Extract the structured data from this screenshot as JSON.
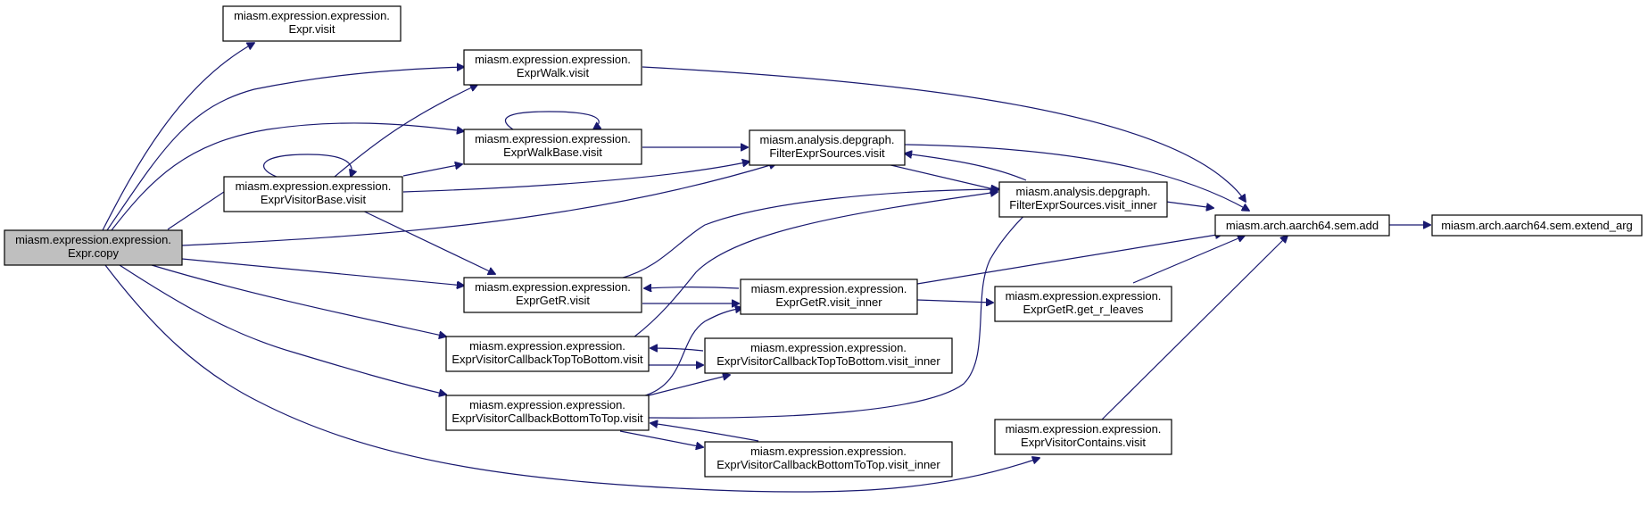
{
  "diagram": {
    "type": "call-graph",
    "colors": {
      "edge": "#191970",
      "root_fill": "#bfbfbf",
      "node_fill": "#ffffff",
      "node_border": "#000000"
    },
    "nodes": [
      {
        "id": "copy",
        "root": true,
        "lines": [
          "miasm.expression.expression.",
          "Expr.copy"
        ]
      },
      {
        "id": "expr_visit",
        "lines": [
          "miasm.expression.expression.",
          "Expr.visit"
        ]
      },
      {
        "id": "walk_visit",
        "lines": [
          "miasm.expression.expression.",
          "ExprWalk.visit"
        ]
      },
      {
        "id": "walkbase_visit",
        "lines": [
          "miasm.expression.expression.",
          "ExprWalkBase.visit"
        ]
      },
      {
        "id": "visitorbase_visit",
        "lines": [
          "miasm.expression.expression.",
          "ExprVisitorBase.visit"
        ]
      },
      {
        "id": "getr_visit",
        "lines": [
          "miasm.expression.expression.",
          "ExprGetR.visit"
        ]
      },
      {
        "id": "cb_ttb_visit",
        "lines": [
          "miasm.expression.expression.",
          "ExprVisitorCallbackTopToBottom.visit"
        ]
      },
      {
        "id": "cb_btt_visit",
        "lines": [
          "miasm.expression.expression.",
          "ExprVisitorCallbackBottomToTop.visit"
        ]
      },
      {
        "id": "filter_visit",
        "lines": [
          "miasm.analysis.depgraph.",
          "FilterExprSources.visit"
        ]
      },
      {
        "id": "getr_inner",
        "lines": [
          "miasm.expression.expression.",
          "ExprGetR.visit_inner"
        ]
      },
      {
        "id": "cb_ttb_inner",
        "lines": [
          "miasm.expression.expression.",
          "ExprVisitorCallbackTopToBottom.visit_inner"
        ]
      },
      {
        "id": "cb_btt_inner",
        "lines": [
          "miasm.expression.expression.",
          "ExprVisitorCallbackBottomToTop.visit_inner"
        ]
      },
      {
        "id": "filter_inner",
        "lines": [
          "miasm.analysis.depgraph.",
          "FilterExprSources.visit_inner"
        ]
      },
      {
        "id": "get_r_leaves",
        "lines": [
          "miasm.expression.expression.",
          "ExprGetR.get_r_leaves"
        ]
      },
      {
        "id": "contains_visit",
        "lines": [
          "miasm.expression.expression.",
          "ExprVisitorContains.visit"
        ]
      },
      {
        "id": "sem_add",
        "lines": [
          "miasm.arch.aarch64.sem.add"
        ]
      },
      {
        "id": "extend_arg",
        "lines": [
          "miasm.arch.aarch64.sem.extend_arg"
        ]
      }
    ],
    "edges": [
      [
        "copy",
        "expr_visit"
      ],
      [
        "copy",
        "walk_visit"
      ],
      [
        "copy",
        "walkbase_visit"
      ],
      [
        "copy",
        "visitorbase_visit"
      ],
      [
        "copy",
        "getr_visit"
      ],
      [
        "copy",
        "cb_ttb_visit"
      ],
      [
        "copy",
        "cb_btt_visit"
      ],
      [
        "copy",
        "filter_visit"
      ],
      [
        "copy",
        "contains_visit"
      ],
      [
        "visitorbase_visit",
        "visitorbase_visit"
      ],
      [
        "visitorbase_visit",
        "walk_visit"
      ],
      [
        "visitorbase_visit",
        "walkbase_visit"
      ],
      [
        "visitorbase_visit",
        "filter_visit"
      ],
      [
        "visitorbase_visit",
        "getr_visit"
      ],
      [
        "walkbase_visit",
        "walkbase_visit"
      ],
      [
        "walkbase_visit",
        "filter_visit"
      ],
      [
        "walk_visit",
        "sem_add"
      ],
      [
        "filter_visit",
        "filter_inner"
      ],
      [
        "filter_visit",
        "sem_add"
      ],
      [
        "filter_inner",
        "filter_visit"
      ],
      [
        "filter_inner",
        "sem_add"
      ],
      [
        "getr_visit",
        "filter_inner"
      ],
      [
        "getr_visit",
        "getr_inner"
      ],
      [
        "getr_inner",
        "getr_visit"
      ],
      [
        "getr_inner",
        "sem_add"
      ],
      [
        "getr_inner",
        "get_r_leaves"
      ],
      [
        "get_r_leaves",
        "sem_add"
      ],
      [
        "cb_ttb_visit",
        "filter_inner"
      ],
      [
        "cb_ttb_visit",
        "cb_ttb_inner"
      ],
      [
        "cb_ttb_inner",
        "cb_ttb_visit"
      ],
      [
        "cb_btt_visit",
        "getr_inner"
      ],
      [
        "cb_btt_visit",
        "cb_ttb_inner"
      ],
      [
        "cb_btt_visit",
        "filter_inner"
      ],
      [
        "cb_btt_visit",
        "cb_btt_inner"
      ],
      [
        "cb_btt_inner",
        "cb_btt_visit"
      ],
      [
        "contains_visit",
        "sem_add"
      ],
      [
        "sem_add",
        "extend_arg"
      ]
    ]
  }
}
